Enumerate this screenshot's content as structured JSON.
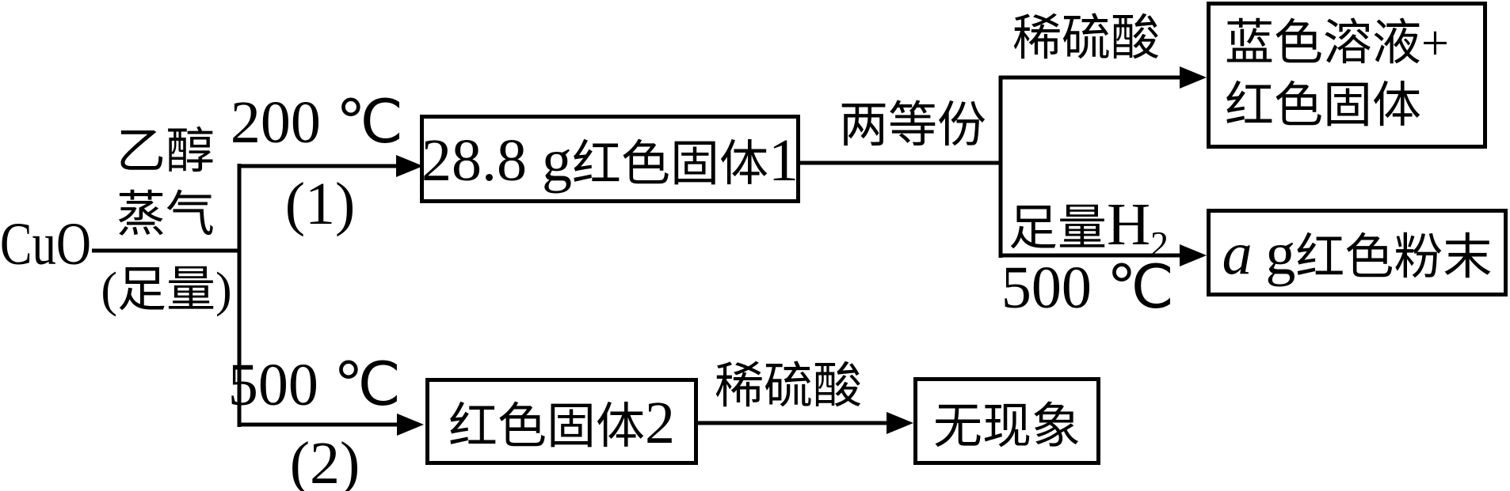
{
  "diagram": {
    "reactant": "CuO",
    "feed": {
      "line1": "乙醇",
      "line2": "蒸气",
      "below": "(足量)"
    },
    "branch1": {
      "condition": "200 ℃",
      "step": "(1)"
    },
    "solid1_box": {
      "amount": "28.8 g",
      "name": "红色固体",
      "index": "1"
    },
    "split_label": "两等份",
    "top_path": {
      "reagent": "稀硫酸"
    },
    "blue_box": {
      "line1": "蓝色溶液+",
      "line2": "红色固体"
    },
    "h2_path": {
      "prefix": "足量",
      "element": "H",
      "subscript": "2",
      "condition": "500 ℃"
    },
    "powder_box": {
      "variable": "a",
      "unit": "g",
      "name": "红色粉末"
    },
    "branch2": {
      "condition": "500 ℃",
      "step": "(2)"
    },
    "solid2_box": {
      "name": "红色固体",
      "index": "2"
    },
    "bottom_path": {
      "reagent": "稀硫酸"
    },
    "result_box": {
      "text": "无现象"
    }
  },
  "colors": {
    "ink": "#000000",
    "background": "#ffffff"
  }
}
